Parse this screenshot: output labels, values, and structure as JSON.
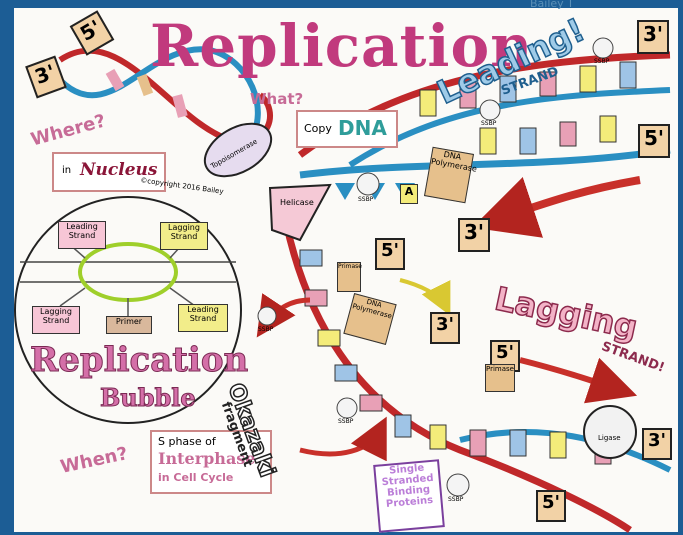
{
  "title": "Replication",
  "author_note": "Bailey T",
  "questions": {
    "where": "Where?",
    "where_answer_prefix": "in",
    "where_answer": "Nucleus",
    "what": "What?",
    "what_answer_prefix": "Copy",
    "what_answer": "DNA",
    "when": "When?",
    "when_answer_line1": "S phase of",
    "when_answer_line2": "Interphase",
    "when_answer_line3": "in Cell Cycle"
  },
  "copyright": "©copyright 2016 Bailey",
  "bubble": {
    "title_line1": "Replication",
    "title_line2": "Bubble",
    "tl": "Leading Strand",
    "tr": "Lagging Strand",
    "bl": "Lagging Strand",
    "br": "Leading Strand",
    "bottom": "Primer"
  },
  "strands": {
    "leading": "Leading!",
    "leading_sub": "STRAND",
    "lagging": "Lagging",
    "lagging_sub": "STRAND!",
    "okazaki_line1": "Okazaki",
    "okazaki_line2": "fragment"
  },
  "enzymes": {
    "topoisomerase": "Topoisomerase",
    "helicase": "Helicase",
    "dna_polymerase": "DNA Polymerase",
    "dna_polymerase_2": "DNA Polymerase",
    "primase": "Primase",
    "primase_2": "Primase",
    "ligase": "Ligase",
    "ssbp": "SSBP"
  },
  "ssbp_legend": {
    "line1": "Single",
    "line2": "Stranded",
    "line3": "Binding",
    "line4": "Proteins"
  },
  "end_labels": {
    "five_prime": "5'",
    "three_prime": "3'",
    "primer_tag": "A"
  },
  "colors": {
    "red_strand": "#c0282a",
    "blue_strand": "#2a8fc2",
    "arrow_red": "#c8302a",
    "pink": "#e8a0b6",
    "tan": "#e6c08c",
    "yellow": "#f4ec7a",
    "ssbp_purple": "#bb7ed8"
  }
}
